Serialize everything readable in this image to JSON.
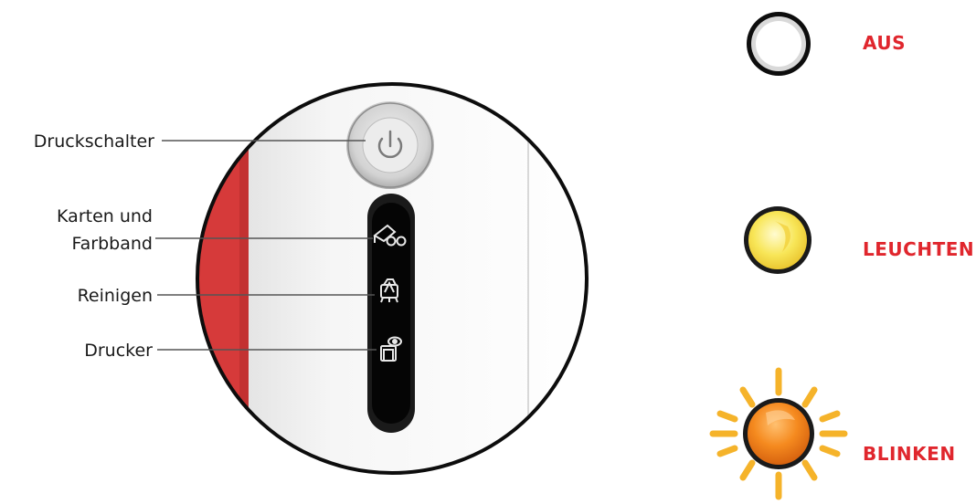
{
  "callouts": {
    "power_switch": "Druckschalter",
    "cards_ribbon_line1": "Karten und",
    "cards_ribbon_line2": "Farbband",
    "cleaning": "Reinigen",
    "printer": "Drucker"
  },
  "led_states": {
    "off": "AUS",
    "on": "LEUCHTEN",
    "blinking": "BLINKEN"
  },
  "icons": {
    "power": "power-icon",
    "cards_ribbon": "ribbon-card-icon",
    "cleaning": "cleaning-icon",
    "printer": "printer-eye-icon"
  },
  "colors": {
    "state_text": "#e0262d",
    "led_on": "#f5e04a",
    "led_blink": "#f28c1a",
    "sun_rays": "#f5b32a",
    "side_strip": "#d63a3a"
  }
}
